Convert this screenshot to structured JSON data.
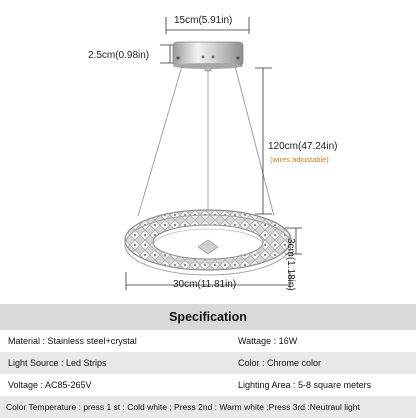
{
  "dimensions": {
    "canopy_width": "15cm(5.91in)",
    "canopy_height": "2.5cm(0.98in)",
    "wire_length": "120cm(47.24in)",
    "wire_note": "(wires adjustable)",
    "ring_thickness": "3cm(1.18in)",
    "ring_diameter": "30cm(11.81in)"
  },
  "spec": {
    "title": "Specification",
    "rows": [
      {
        "left": "Material : Stainless steel+crystal",
        "right": "Wattage : 16W"
      },
      {
        "left": "Light Source :  Led Strips",
        "right": "Color : Chrome color"
      },
      {
        "left": "Voltage : AC85-265V",
        "right": "Lighting Area : 5-8 square meters"
      }
    ],
    "color_temp": "Color Temperature : press 1 st : Cold white ; Press 2nd : Warm white ;Press 3rd :Neutraul light"
  },
  "colors": {
    "chrome": "#c8c8c8",
    "crystal": "#b9b9b9",
    "accent_note": "#e07a1a",
    "table_gray": "#d9d9d9"
  }
}
